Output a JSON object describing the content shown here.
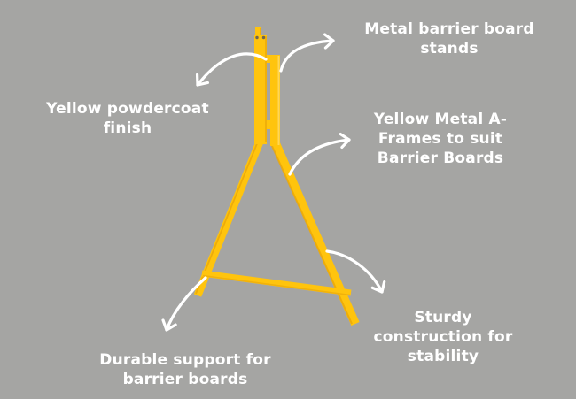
{
  "colors": {
    "background": "#A5A5A3",
    "frame_yellow": "#FFC40D",
    "frame_shadow": "#E8A50A",
    "frame_highlight": "#FFD95E",
    "hole_dark": "#6E6652",
    "arrow_white": "#FFFFFF",
    "text_white": "#FFFFFF"
  },
  "illustration": {
    "name": "yellow-metal-a-frame-barrier-board-stand",
    "parts": [
      "slotted-post",
      "pin-holes",
      "left-leg",
      "right-leg",
      "cross-brace"
    ]
  },
  "labels": [
    {
      "id": "stands",
      "text": "Metal barrier board\nstands"
    },
    {
      "id": "powdercoat",
      "text": "Yellow powdercoat\nfinish"
    },
    {
      "id": "a-frames",
      "text": "Yellow Metal A-\nFrames to suit\nBarrier Boards"
    },
    {
      "id": "sturdy",
      "text": "Sturdy\nconstruction for\nstability"
    },
    {
      "id": "durable",
      "text": "Durable support for\nbarrier boards"
    }
  ]
}
